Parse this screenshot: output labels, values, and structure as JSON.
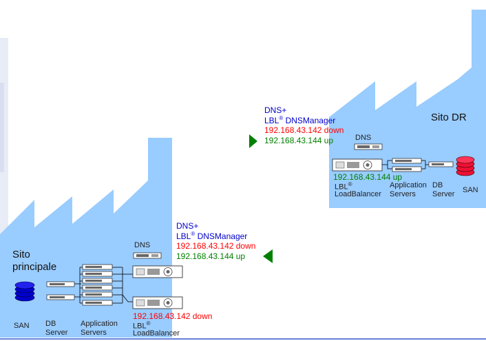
{
  "colors": {
    "factory": "#99ccff",
    "red": "#ff0000",
    "green": "#008000",
    "blue": "#0000cc",
    "line": "#000000"
  },
  "site_main": {
    "title_line1": "Sito",
    "title_line2": "principale",
    "dns_label": "DNS",
    "lb_status": "192.168.43.142 down",
    "lb_label_line1": "LBL",
    "lb_label_line2": "LoadBalancer",
    "labels": {
      "san": "SAN",
      "db_line1": "DB",
      "db_line2": "Server",
      "app_line1": "Application",
      "app_line2": "Servers"
    }
  },
  "site_dr": {
    "title": "Sito DR",
    "dns_label": "DNS",
    "lb_status": "192.168.43.144 up",
    "lb_label_line1": "LBL",
    "lb_label_line2": "LoadBalancer",
    "labels": {
      "app_line1": "Application",
      "app_line2": "Servers",
      "db_line1": "DB",
      "db_line2": "Server",
      "san": "SAN"
    }
  },
  "dns_top": {
    "line1": "DNS+",
    "line2_prefix": "LBL",
    "line2_suffix": " DNSManager",
    "status_down": "192.168.43.142 down",
    "status_up": "192.168.43.144 up"
  },
  "dns_bottom": {
    "line1": "DNS+",
    "line2_prefix": "LBL",
    "line2_suffix": " DNSManager",
    "status_down": "192.168.43.142 down",
    "status_up": "192.168.43.144 up"
  },
  "registered": "®"
}
